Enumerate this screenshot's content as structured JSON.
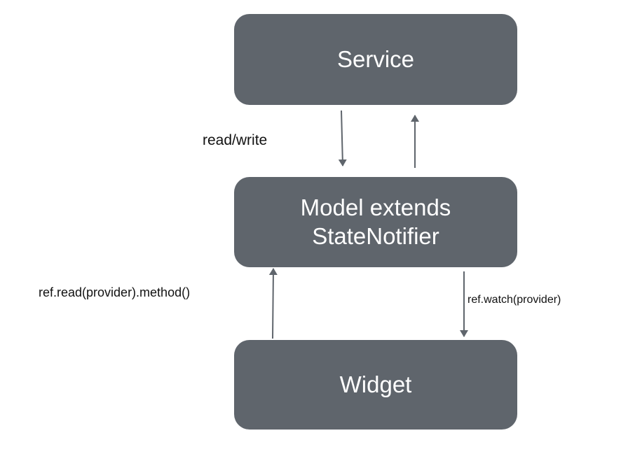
{
  "nodes": {
    "service": "Service",
    "model": "Model extends\nStateNotifier",
    "widget": "Widget"
  },
  "edges": {
    "service_model": "read/write",
    "widget_to_model": "ref.read(provider).method()",
    "model_to_widget": "ref.watch(provider)"
  },
  "colors": {
    "box_fill": "#5f656c",
    "box_text": "#ffffff",
    "arrow": "#5f656c",
    "label_text": "#111111"
  }
}
